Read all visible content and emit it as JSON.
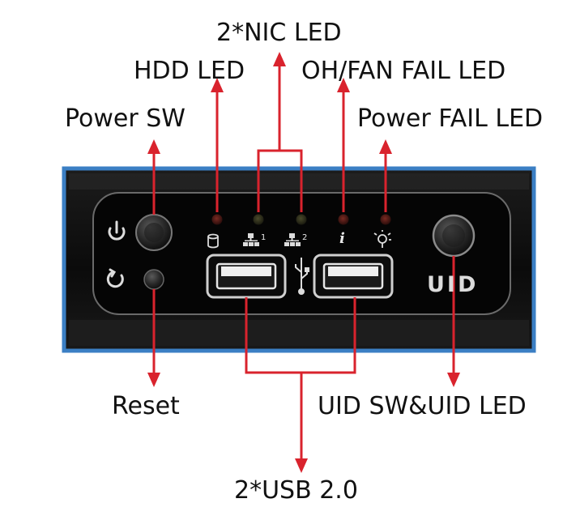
{
  "labels": {
    "nic_led": "2*NIC LED",
    "hdd_led": "HDD LED",
    "oh_fan_fail_led": "OH/FAN FAIL LED",
    "power_sw": "Power SW",
    "power_fail_led": "Power FAIL LED",
    "reset": "Reset",
    "uid_sw_uid_led": "UID SW&UID LED",
    "usb": "2*USB 2.0"
  },
  "panel": {
    "uid_text": "UID",
    "nic1_sub": "1",
    "nic2_sub": "2",
    "info_glyph": "i"
  },
  "colors": {
    "arrow_red": "#d9232d",
    "panel_border": "#3b7fc4",
    "panel_body": "#111111"
  },
  "icons": [
    "power-icon",
    "reset-icon",
    "hdd-icon",
    "network-icon",
    "usb-icon",
    "info-icon",
    "power-fail-icon"
  ]
}
